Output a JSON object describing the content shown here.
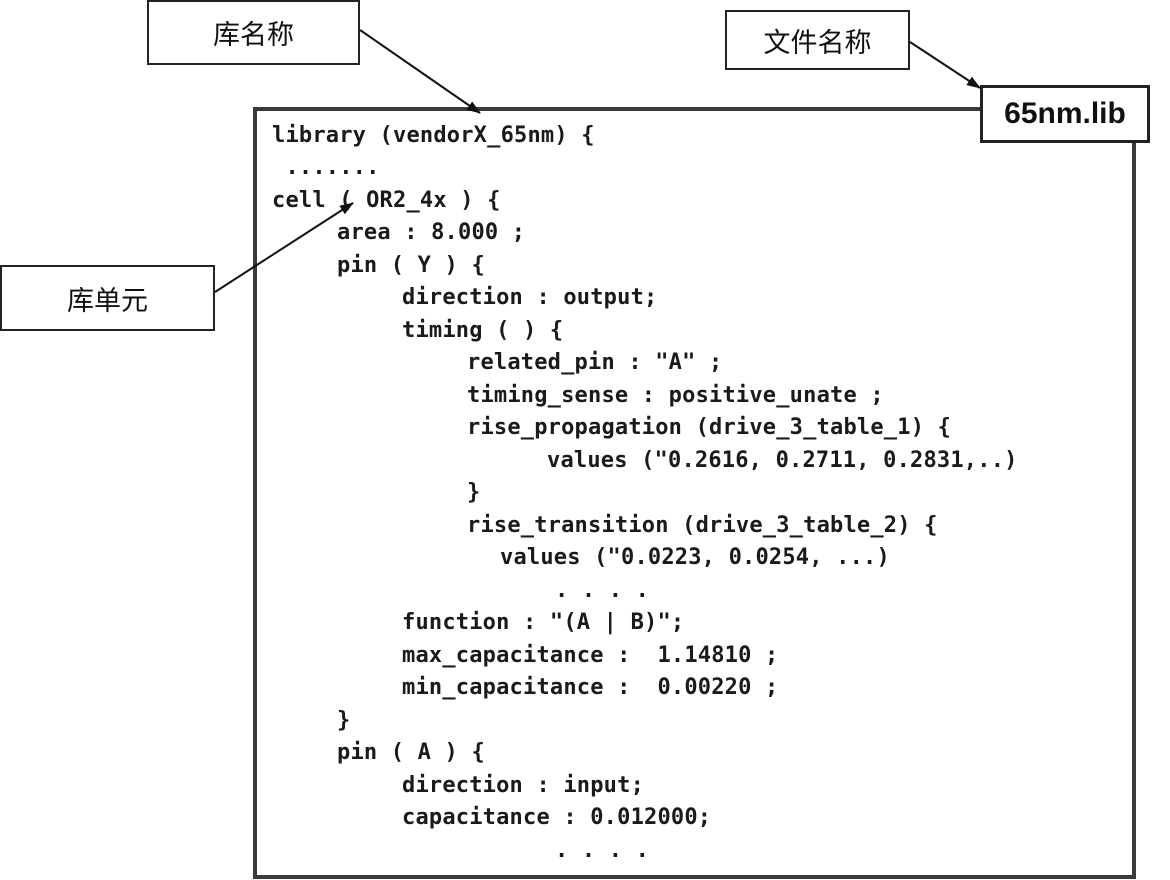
{
  "labels": {
    "library_name": "库名称",
    "file_name": "文件名称",
    "library_cell": "库单元",
    "file_tag": "65nm.lib"
  },
  "code_lines": [
    "library (vendorX_65nm) {",
    " .......",
    "cell ( OR2_4x ) {",
    "area : 8.000 ;",
    "pin ( Y ) {",
    "direction : output;",
    "timing ( ) {",
    "related_pin : \"A\" ;",
    "timing_sense : positive_unate ;",
    "rise_propagation (drive_3_table_1) {",
    "values (\"0.2616, 0.2711, 0.2831,..)",
    "}",
    "rise_transition (drive_3_table_2) {",
    "values (\"0.0223, 0.0254, ...)",
    ". . . .",
    "function : \"(A | B)\";",
    "max_capacitance :  1.14810 ;",
    "min_capacitance :  0.00220 ;",
    "}",
    "pin ( A ) {",
    "direction : input;",
    "capacitance : 0.012000;",
    ". . . ."
  ],
  "colors": {
    "border": "#3a3a3a",
    "text": "#1a1a1a",
    "background": "#ffffff"
  }
}
